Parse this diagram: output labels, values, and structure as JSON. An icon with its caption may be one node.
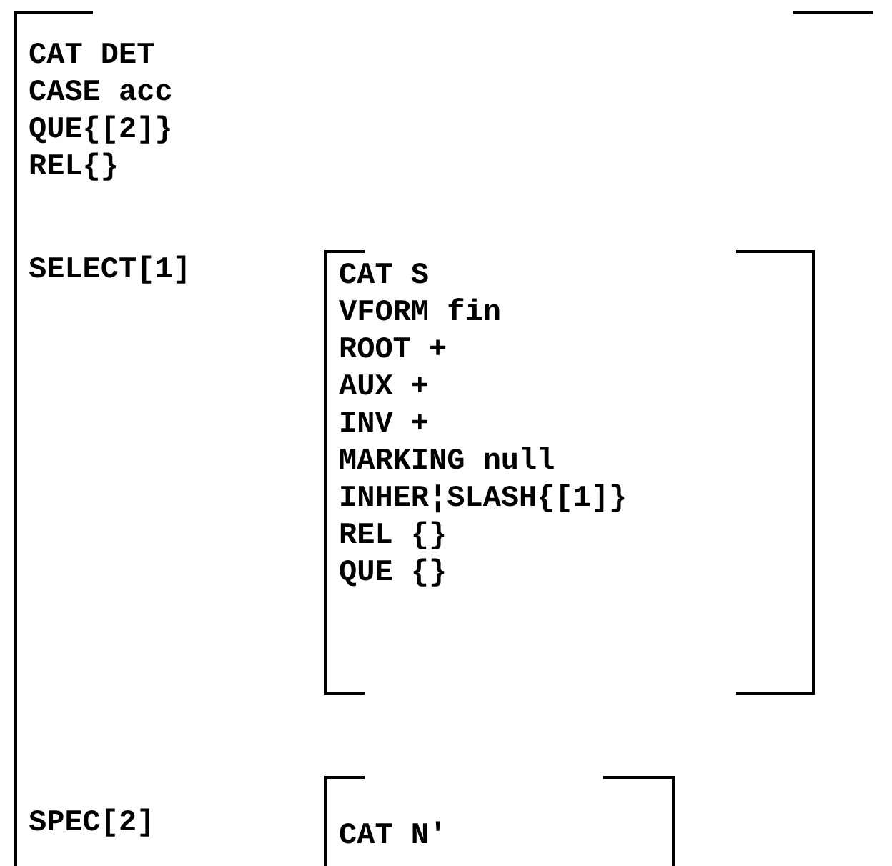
{
  "diagram": {
    "nodes": [
      {
        "text": [
          "CAT DET",
          "CASE acc",
          "QUE{[2]}",
          "REL{}",
          "SELECT[1]",
          "SPEC[2]"
        ]
      },
      {
        "text": [
          "CAT S",
          "VFORM fin",
          "ROOT +",
          "AUX +",
          "INV +",
          "MARKING null",
          "INHER¦SLASH{[1]}",
          "REL {}",
          "QUE {}"
        ],
        "in": 0
      },
      {
        "text": [
          "CAT N′"
        ],
        "in": 0
      }
    ]
  }
}
